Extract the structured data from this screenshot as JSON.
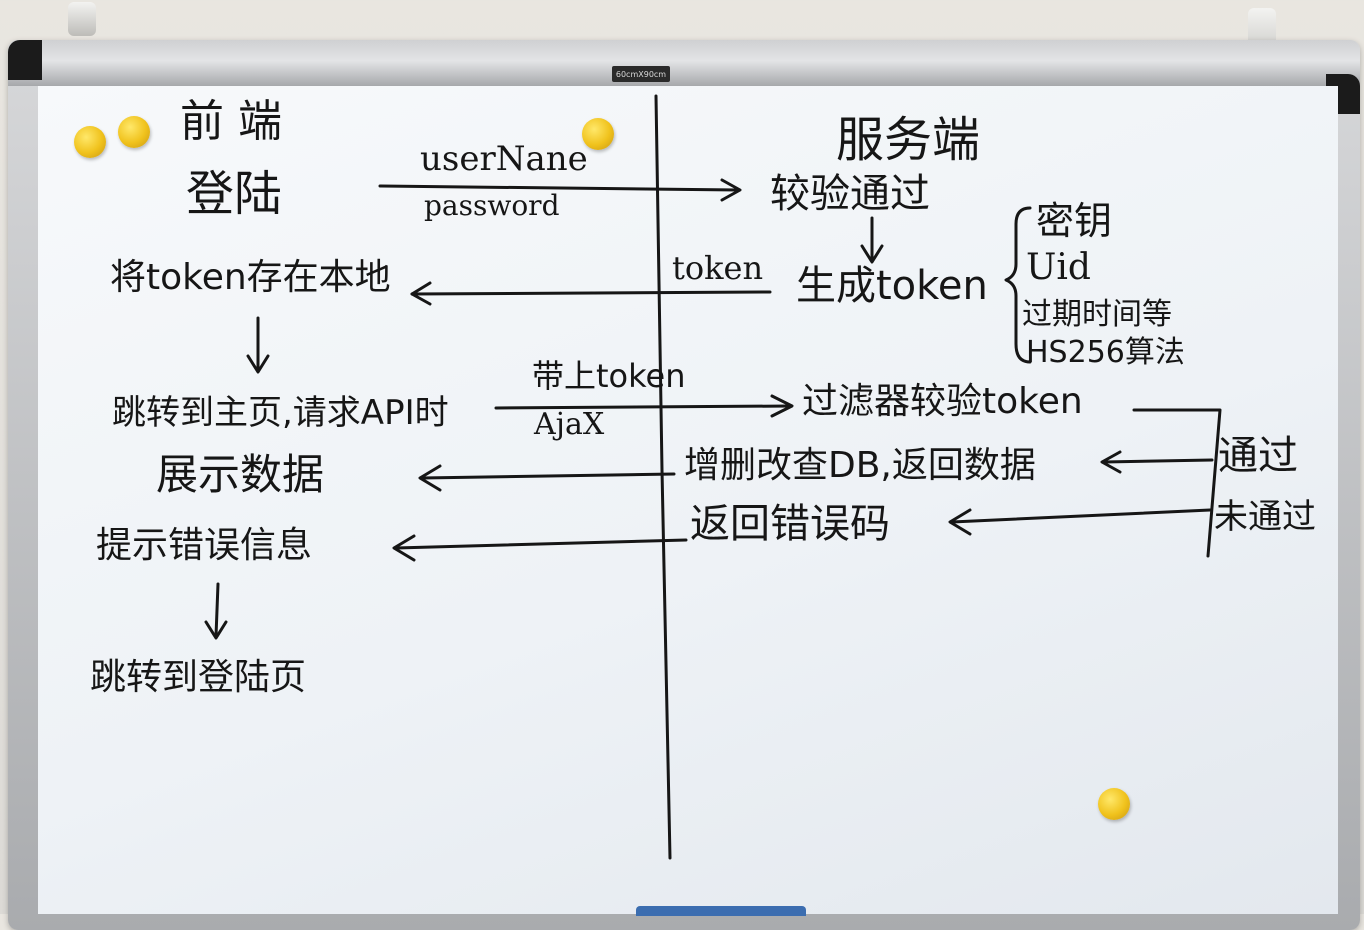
{
  "board": {
    "size_label": "60cmX90cm",
    "ink_color": "#161616",
    "magnet_color": "#f0c21c"
  },
  "frontend": {
    "heading": "前 端",
    "login": "登陆",
    "store_token": "将token存在本地",
    "jump_home": "跳转到主页,请求API时",
    "show_data": "展示数据",
    "show_error": "提示错误信息",
    "jump_login": "跳转到登陆页"
  },
  "backend": {
    "heading": "服务端",
    "verify_pass": "较验通过",
    "gen_token": "生成token",
    "token_parts": [
      "密钥",
      "Uid",
      "过期时间等",
      "HS256算法"
    ],
    "filter_verify": "过滤器较验token",
    "crud": "增删改查DB,返回数据",
    "return_error": "返回错误码",
    "passed": "通过",
    "not_passed": "未通过"
  },
  "arrows": {
    "login_top": "userNane",
    "login_bottom": "password",
    "token_return": "token",
    "request_top": "带上token",
    "request_bottom": "AjaX"
  }
}
